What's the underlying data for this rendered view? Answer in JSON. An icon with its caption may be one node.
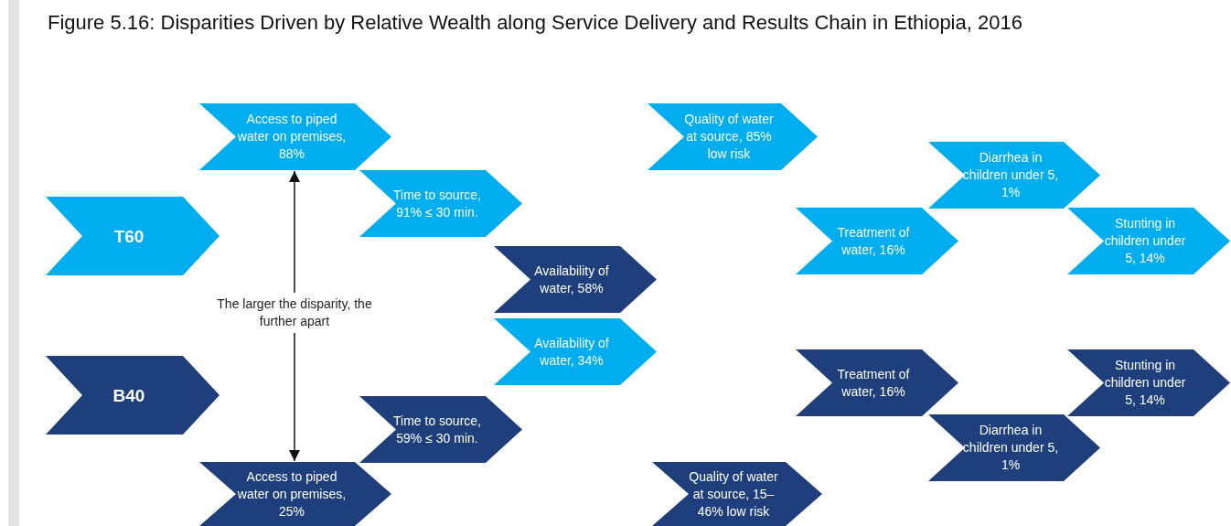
{
  "diagram": {
    "title": "Figure 5.16: Disparities Driven by Relative Wealth along Service Delivery and Results Chain in Ethiopia, 2016",
    "nodes": [
      {
        "text": [
          "T60"
        ]
      },
      {
        "text": [
          "B40"
        ]
      },
      {
        "text": [
          "Access to piped water on premises, 88%"
        ]
      },
      {
        "text": [
          "Time to source, 91% ≤ 30 min."
        ]
      },
      {
        "text": [
          "Availability of water, 58%"
        ]
      },
      {
        "text": [
          "Availability of water, 34%"
        ]
      },
      {
        "text": [
          "Time to source, 59% ≤ 30 min."
        ]
      },
      {
        "text": [
          "Access to piped water on premises, 25%"
        ]
      },
      {
        "text": [
          "Quality of water at source, 85% low risk"
        ]
      },
      {
        "text": [
          "Quality of water at source, 15–46% low risk"
        ]
      },
      {
        "text": [
          "Diarrhea in children under 5, 1%"
        ]
      },
      {
        "text": [
          "Treatment of water, 16%"
        ]
      },
      {
        "text": [
          "Stunting in children under 5, 14%"
        ]
      },
      {
        "text": [
          "Treatment of water, 16%"
        ]
      },
      {
        "text": [
          "Stunting in children under 5, 14%"
        ]
      },
      {
        "text": [
          "Diarrhea in children under 5, 1%"
        ]
      }
    ],
    "edges": [
      {
        "from": 2,
        "to": 7,
        "arrow": "both",
        "label": "The larger the disparity, the further apart"
      }
    ]
  }
}
